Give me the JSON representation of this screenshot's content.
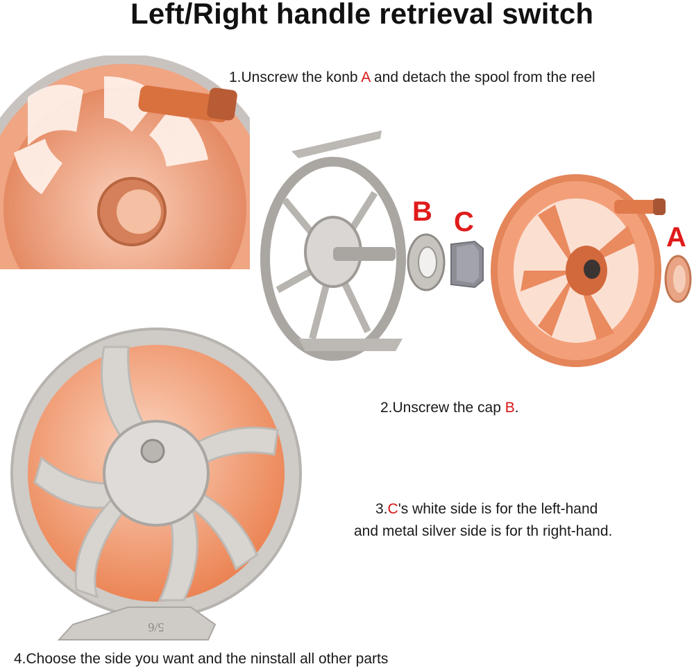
{
  "title": "Left/Right handle retrieval switch",
  "steps": {
    "s1": {
      "pre": "1.Unscrew the konb ",
      "mark": "A",
      "post": " and detach the spool from the reel"
    },
    "s2": {
      "pre": "2.Unscrew the cap ",
      "mark": "B",
      "post": "."
    },
    "s3": {
      "line1_pre": "3.",
      "line1_mark": "C",
      "line1_post": "'s white side is for the left-hand",
      "line2": "and metal silver side is for th right-hand."
    },
    "s4": {
      "text": "4.Choose the side you want and the ninstall all other parts"
    }
  },
  "part_labels": {
    "a": "A",
    "b": "B",
    "c": "C"
  },
  "reel_marking": "5/6",
  "colors": {
    "accent_red": "#e01b1b",
    "rose_gold": "#e8936f",
    "silver": "#c9c5c2",
    "text": "#1a1a1a"
  }
}
